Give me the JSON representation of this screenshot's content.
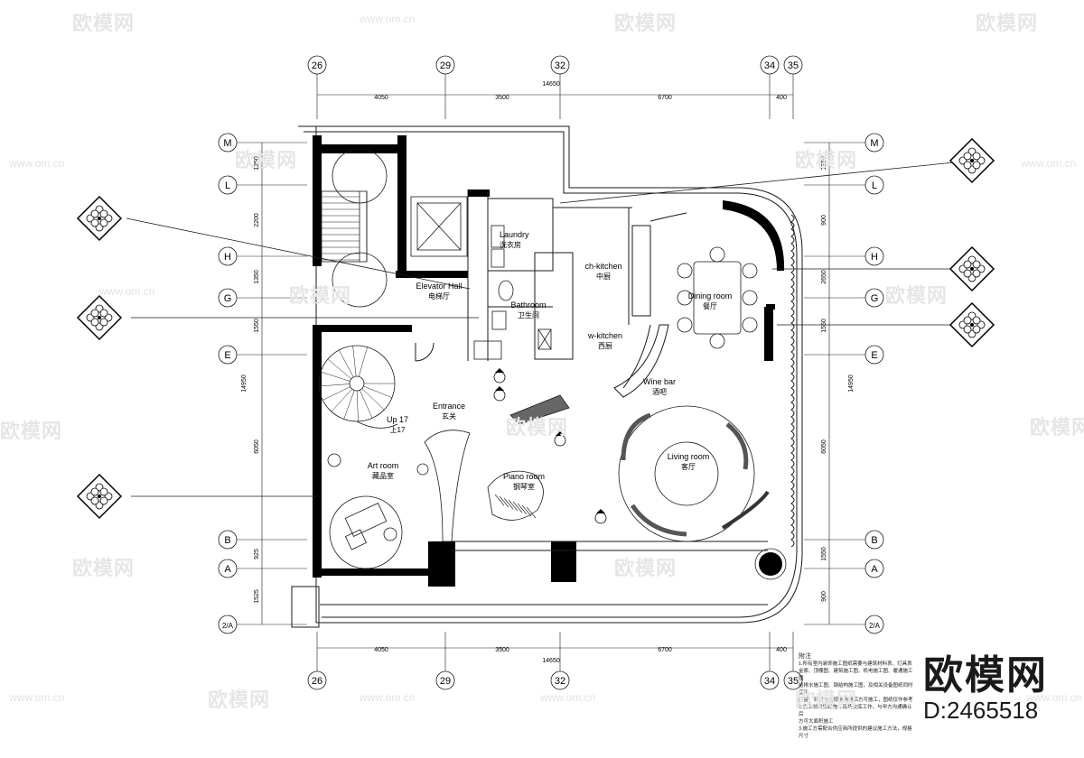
{
  "watermarks": {
    "brand_cn": "欧模网",
    "url": "www.om.cn",
    "url_short": "om.cn"
  },
  "brand": {
    "name": "欧模网",
    "id": "D:2465518"
  },
  "grid": {
    "columns": [
      "26",
      "29",
      "32",
      "34",
      "35"
    ],
    "rows": [
      "M",
      "L",
      "H",
      "G",
      "E",
      "B",
      "A",
      "2/A"
    ],
    "top_dims": [
      "4050",
      "3500",
      "6700",
      "400"
    ],
    "top_total": "14650",
    "left_dims": [
      "1350",
      "2200",
      "1350",
      "1550",
      "6050",
      "925",
      "1525"
    ],
    "left_total": "14950",
    "right_dims": [
      "1350",
      "900",
      "2650",
      "1550",
      "6050",
      "1550",
      "900"
    ],
    "right_total": "14950"
  },
  "rooms": [
    {
      "en": "Laundry",
      "cn": "洗衣房"
    },
    {
      "en": "ch-kitchen",
      "cn": "中厨"
    },
    {
      "en": "Elevator Hall",
      "cn": "电梯厅"
    },
    {
      "en": "Bathroom",
      "cn": "卫生间"
    },
    {
      "en": "Dining room",
      "cn": "餐厅"
    },
    {
      "en": "w-kitchen",
      "cn": "西厨"
    },
    {
      "en": "Wine bar",
      "cn": "酒吧"
    },
    {
      "en": "Entrance",
      "cn": "玄关"
    },
    {
      "en": "Up 17",
      "cn": "上17"
    },
    {
      "en": "Art room",
      "cn": "藏品室"
    },
    {
      "en": "Piano room",
      "cn": "钢琴室"
    },
    {
      "en": "Living room",
      "cn": "客厅"
    }
  ],
  "notes": {
    "title": "附注",
    "lines": [
      "1.所有室内装饰施工图纸需要与建筑材料表、灯具表",
      "金索、顶棚图、建筑施工图、机电施工图、暖通施工图",
      "给排水施工图、钢结构施工图，及相关设备图纸同时使用",
      "门窗、石材等需现场测量后方可施工，图纸仅作参考",
      "2.施工前须做好施工现场交底工作，与甲方沟通确认后",
      "方可大面积施工",
      "3.施工方需配合供应商所提供的建议施工方法，规格尺寸"
    ]
  },
  "colors": {
    "line": "#1a1a1a",
    "wall": "#000000",
    "watermark": "#e6e6e6"
  }
}
